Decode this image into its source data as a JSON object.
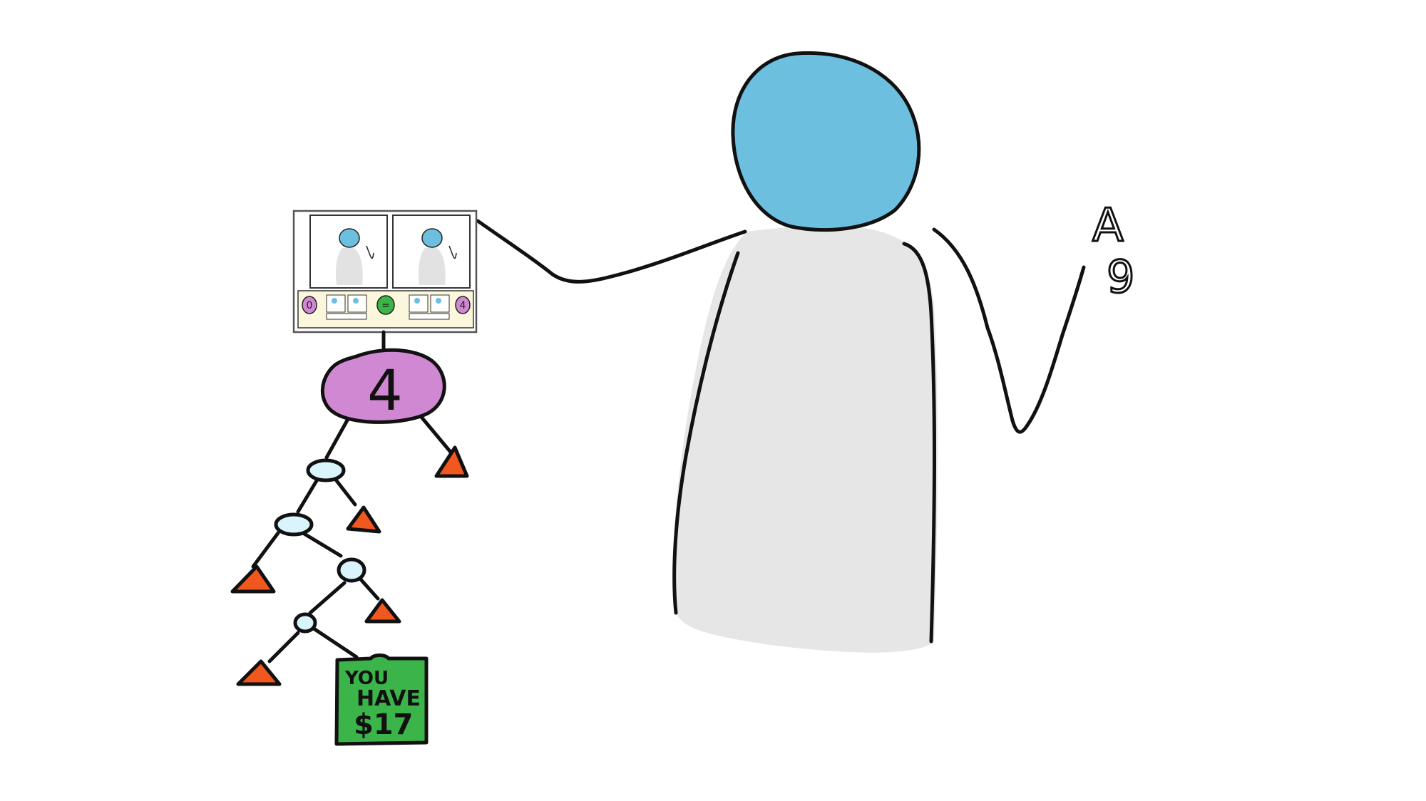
{
  "colors": {
    "background": "#ffffff",
    "outline": "#111111",
    "head": "#6dbfe0",
    "body": "#e6e6e6",
    "purple_node": "#d188d2",
    "small_node": "#d9f5fb",
    "leaf": "#f0581f",
    "money_box": "#3bb54a",
    "screen_bg": "#ffffff",
    "strip_bg": "#fbf7dc",
    "equal_badge": "#3bb54a"
  },
  "tree": {
    "root_value": "4"
  },
  "screen": {
    "left_badge": "0",
    "middle_badge": "=",
    "right_badge": "4"
  },
  "money_box": {
    "line1": "YOU",
    "line2": "HAVE",
    "line3": "$17"
  },
  "hand_glyphs": {
    "upper": "A",
    "lower": "9"
  }
}
